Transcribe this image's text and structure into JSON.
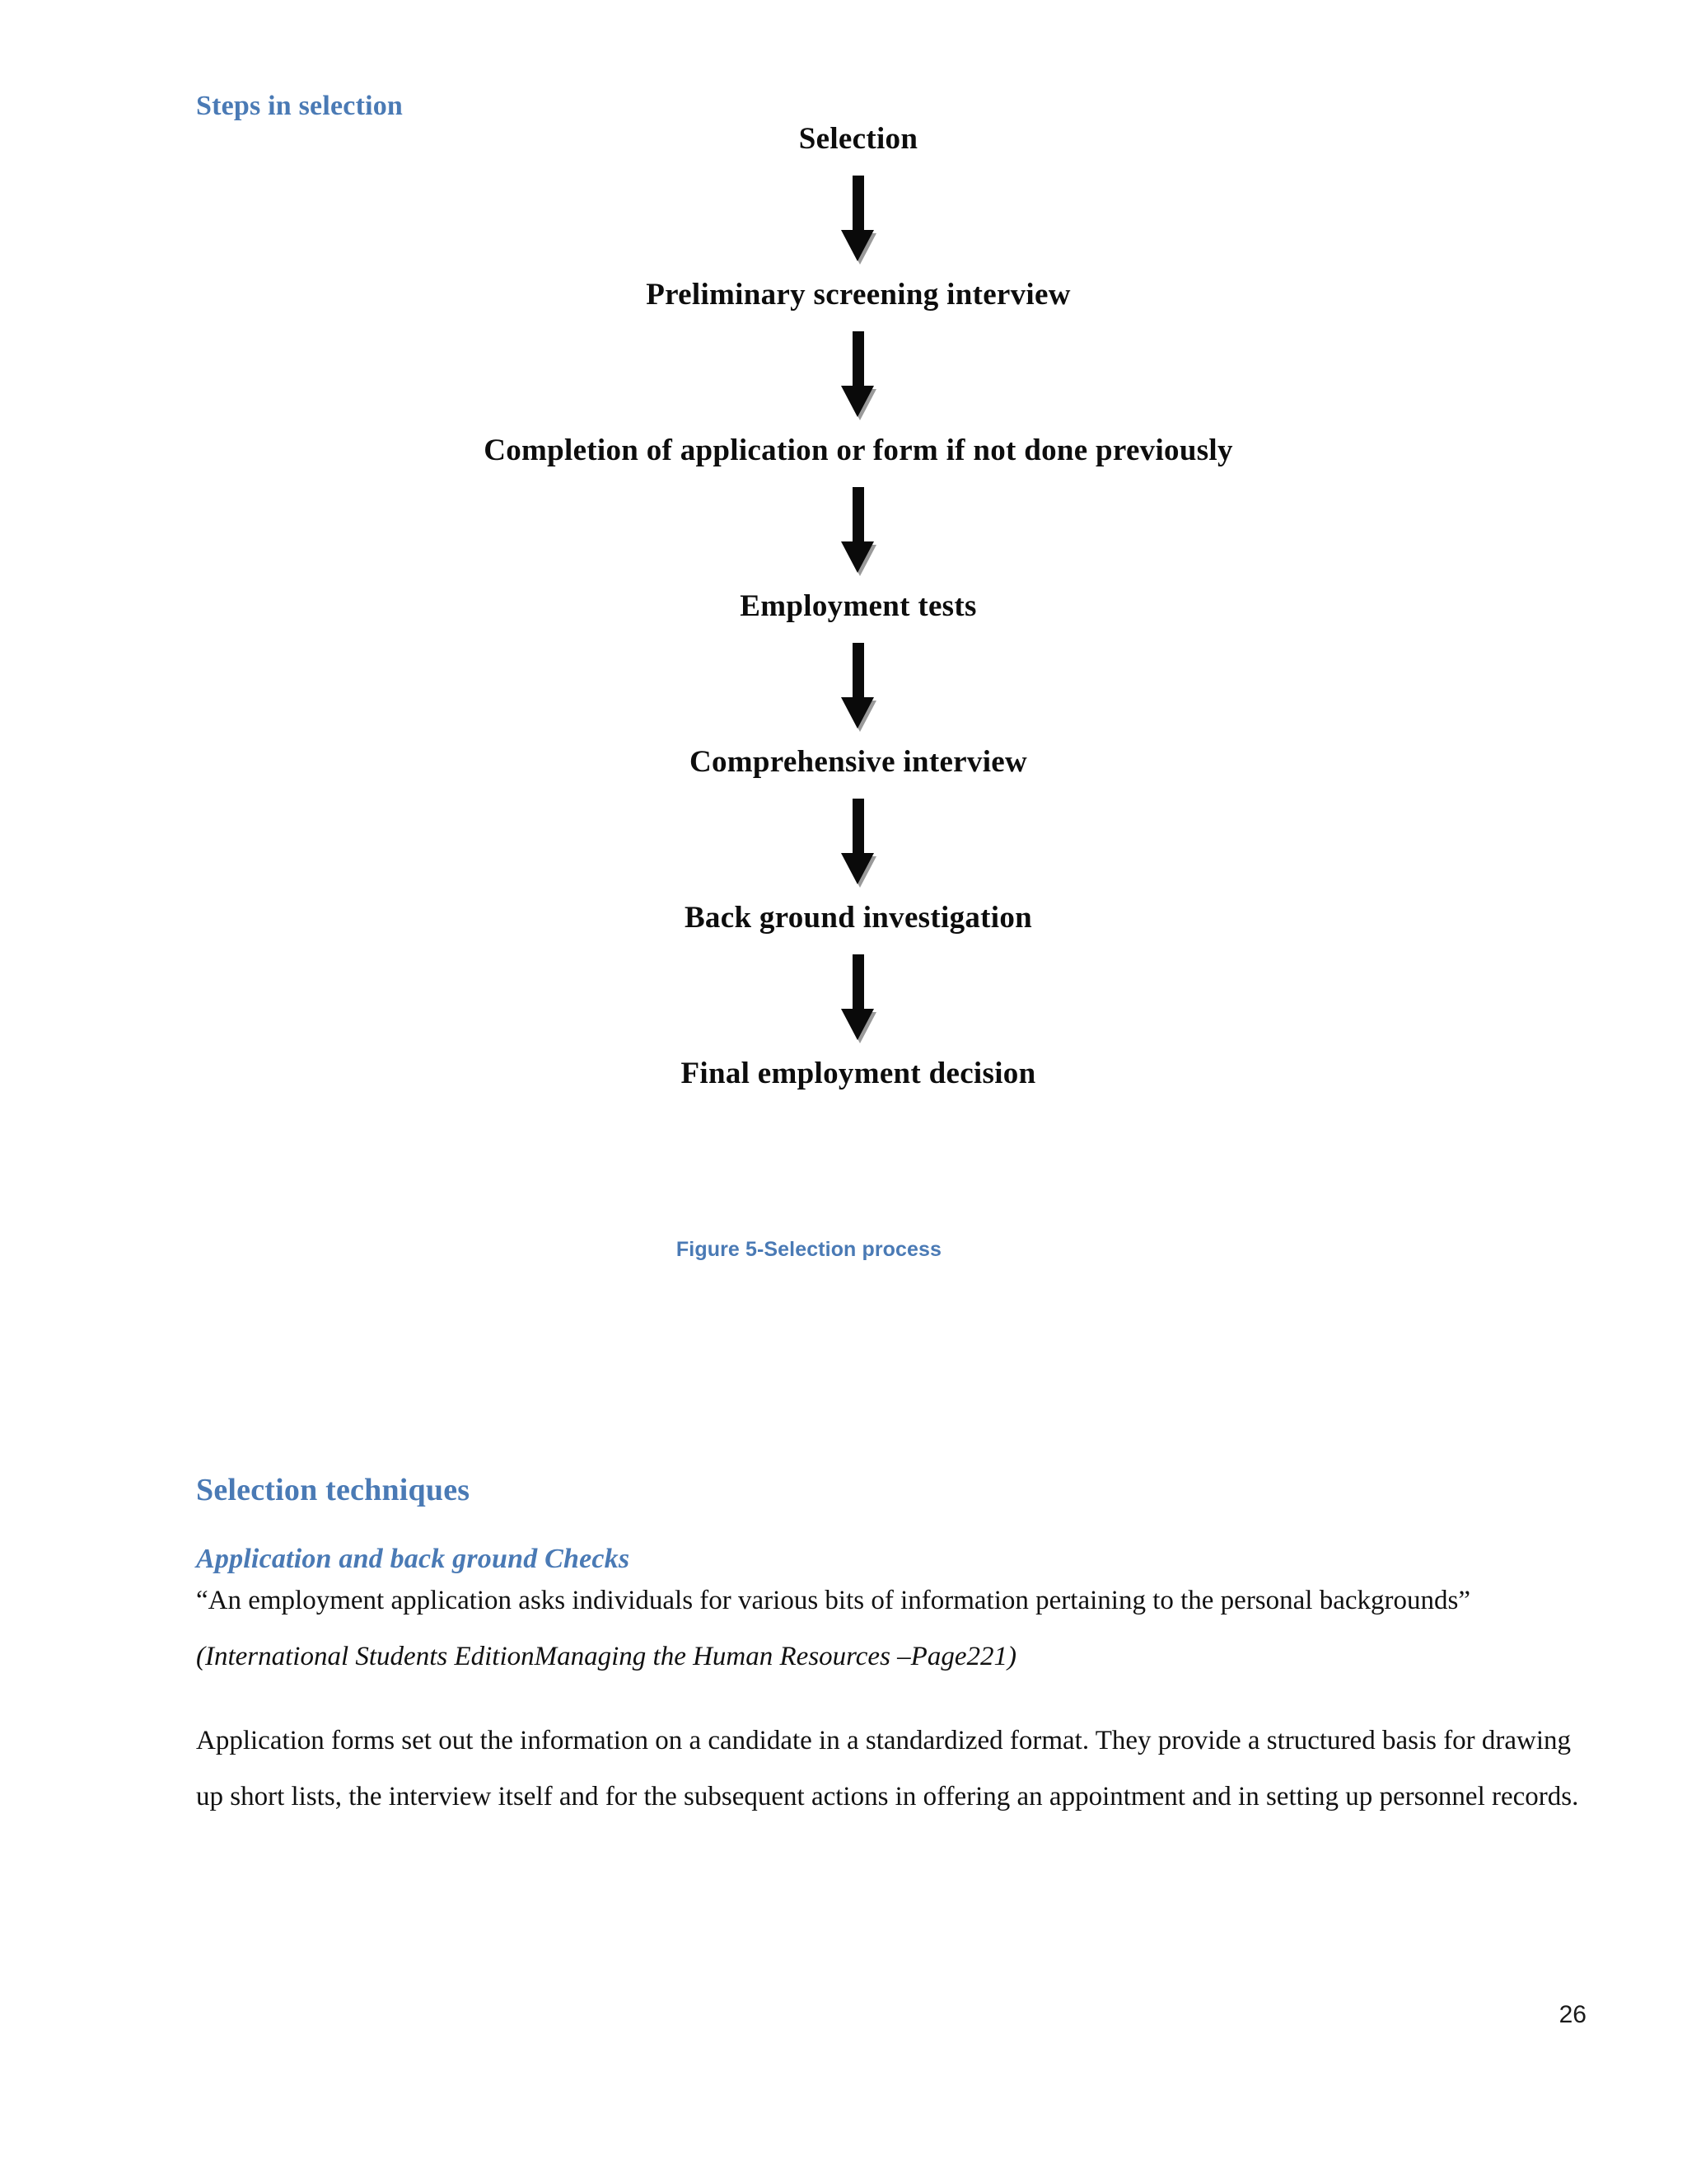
{
  "document": {
    "page_number": "26",
    "accent_color": "#4a7ab5",
    "body_color": "#111111"
  },
  "sections": {
    "steps_heading": "Steps in selection",
    "techniques_heading": "Selection techniques",
    "techniques_subheading": "Application and back ground Checks"
  },
  "flowchart": {
    "caption": "Figure 5-Selection process",
    "arrow_icon": "down-arrow-icon",
    "steps": [
      {
        "label": "Selection"
      },
      {
        "label": "Preliminary screening interview"
      },
      {
        "label": "Completion of application or form if not done previously"
      },
      {
        "label": "Employment tests"
      },
      {
        "label": "Comprehensive interview"
      },
      {
        "label": "Back ground investigation"
      },
      {
        "label": "Final employment decision"
      }
    ]
  },
  "body": {
    "quote_lead": "“An employment application asks individuals for various bits of information pertaining to the personal backgrounds” ",
    "quote_citation": "(International Students EditionManaging the Human Resources –Page221)",
    "paragraph": "Application forms set out the information on a candidate in a standardized format. They provide a structured basis for drawing up short lists, the interview itself and for the subsequent actions in offering an appointment and in setting up personnel records."
  }
}
